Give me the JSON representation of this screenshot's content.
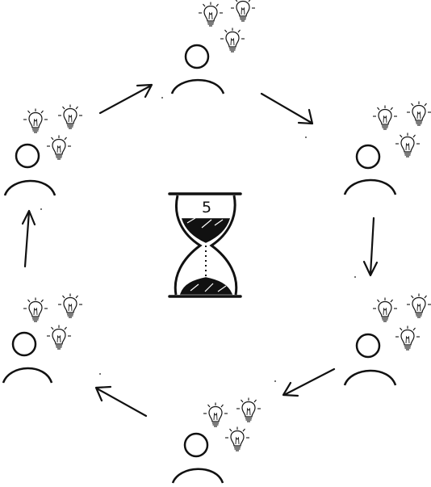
{
  "timer": {
    "label": "5"
  },
  "people": [
    {
      "id": "top"
    },
    {
      "id": "right-upper"
    },
    {
      "id": "right-lower"
    },
    {
      "id": "bottom"
    },
    {
      "id": "left-lower"
    },
    {
      "id": "left-upper"
    }
  ],
  "ideas_per_person": 3,
  "flow": "clockwise",
  "colors": {
    "ink": "#111111",
    "background": "#ffffff"
  }
}
